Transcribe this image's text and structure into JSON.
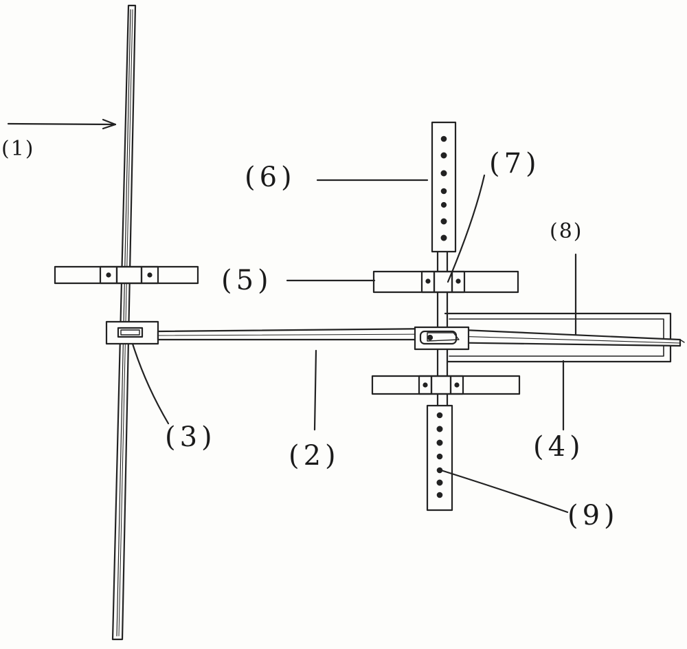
{
  "diagram": {
    "labels": {
      "l1": "(1)",
      "l2": "(2)",
      "l3": "(3)",
      "l4": "(4)",
      "l5": "(5)",
      "l6": "(6)",
      "l7": "(7)",
      "l8": "(8)",
      "l9": "(9)"
    }
  }
}
